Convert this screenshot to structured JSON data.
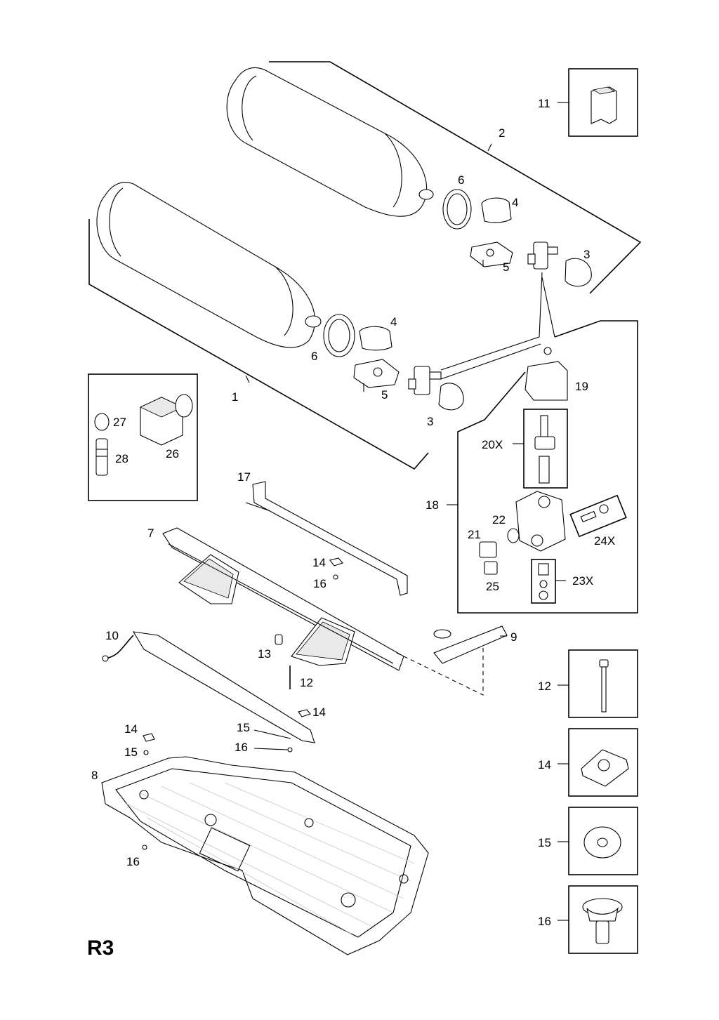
{
  "diagram_code": "R3",
  "callouts": {
    "c1": "1",
    "c2": "2",
    "c3a": "3",
    "c3b": "3",
    "c4a": "4",
    "c4b": "4",
    "c5a": "5",
    "c5b": "5",
    "c6a": "6",
    "c6b": "6",
    "c7": "7",
    "c8": "8",
    "c9": "9",
    "c10": "10",
    "c11": "11",
    "c12": "12",
    "c13": "13",
    "c14a": "14",
    "c14b": "14",
    "c15": "15",
    "c16a": "16",
    "c16b": "16",
    "c17": "17",
    "c18": "18",
    "c19": "19",
    "c20x": "20X",
    "c21": "21",
    "c22": "22",
    "c23x": "23X",
    "c24x": "24X",
    "c25": "25",
    "c26": "26",
    "c27": "27",
    "c28": "28"
  },
  "side_boxes": {
    "b11": "11",
    "b12": "12",
    "b14": "14",
    "b15": "15",
    "b16": "16"
  }
}
